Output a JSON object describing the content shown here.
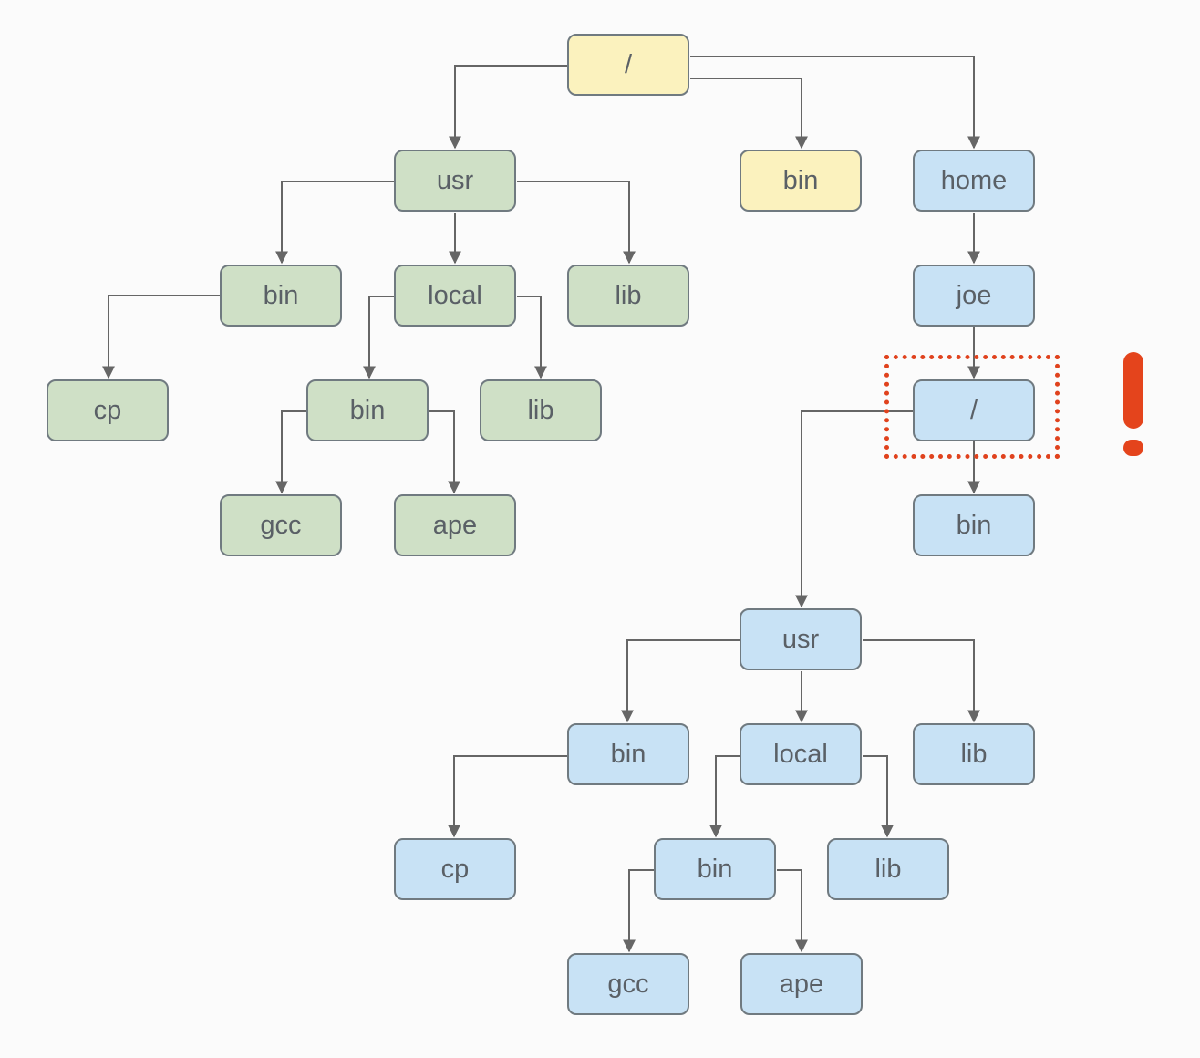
{
  "nodes": {
    "root": "/",
    "bin_top": "bin",
    "home": "home",
    "usr": "usr",
    "usr_bin": "bin",
    "usr_local": "local",
    "usr_lib": "lib",
    "cp": "cp",
    "local_bin": "bin",
    "local_lib": "lib",
    "gcc": "gcc",
    "ape": "ape",
    "joe": "joe",
    "joe_root": "/",
    "joe_bin": "bin",
    "joe_usr": "usr",
    "joe_usr_bin": "bin",
    "joe_usr_local": "local",
    "joe_usr_lib": "lib",
    "joe_cp": "cp",
    "joe_local_bin": "bin",
    "joe_local_lib": "lib",
    "joe_gcc": "gcc",
    "joe_ape": "ape"
  },
  "colors": {
    "system_root": "#fbf2be",
    "system_usr_tree": "#cfe0c6",
    "home_tree": "#c8e2f5",
    "highlight": "#e0421d",
    "connector": "#666666"
  },
  "annotations": {
    "highlighted_node": "joe_root",
    "warning_icon": "exclamation-icon"
  }
}
